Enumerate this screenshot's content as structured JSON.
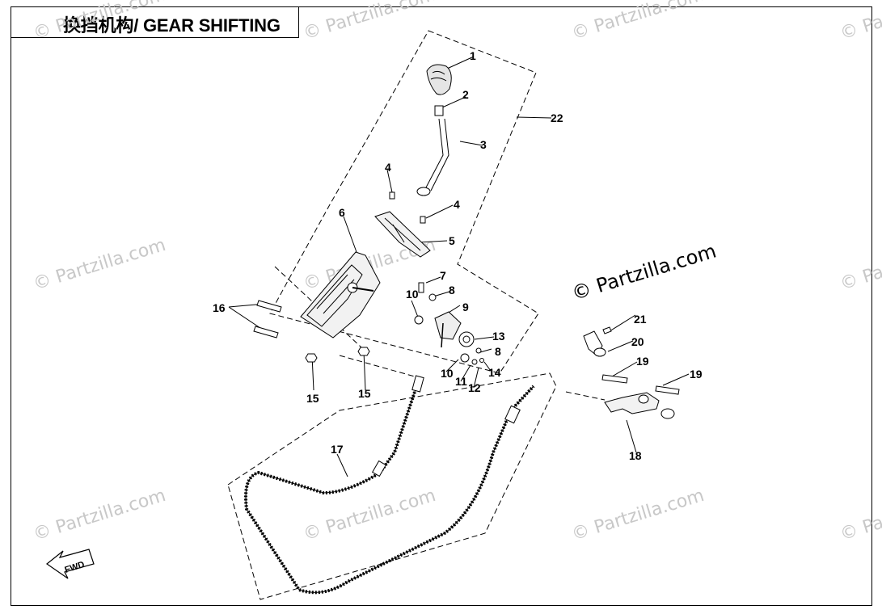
{
  "title": "换挡机构/ GEAR SHIFTING",
  "watermark": "© Partzilla.com",
  "center_watermark": "© Partzilla.com",
  "fwd_label": "FWD",
  "callouts": {
    "c1": "1",
    "c2": "2",
    "c3": "3",
    "c4a": "4",
    "c4b": "4",
    "c5": "5",
    "c6": "6",
    "c7": "7",
    "c8a": "8",
    "c8b": "8",
    "c9": "9",
    "c10a": "10",
    "c10b": "10",
    "c11": "11",
    "c12": "12",
    "c13": "13",
    "c14": "14",
    "c15a": "15",
    "c15b": "15",
    "c16": "16",
    "c17": "17",
    "c18": "18",
    "c19a": "19",
    "c19b": "19",
    "c20": "20",
    "c21": "21",
    "c22": "22"
  }
}
